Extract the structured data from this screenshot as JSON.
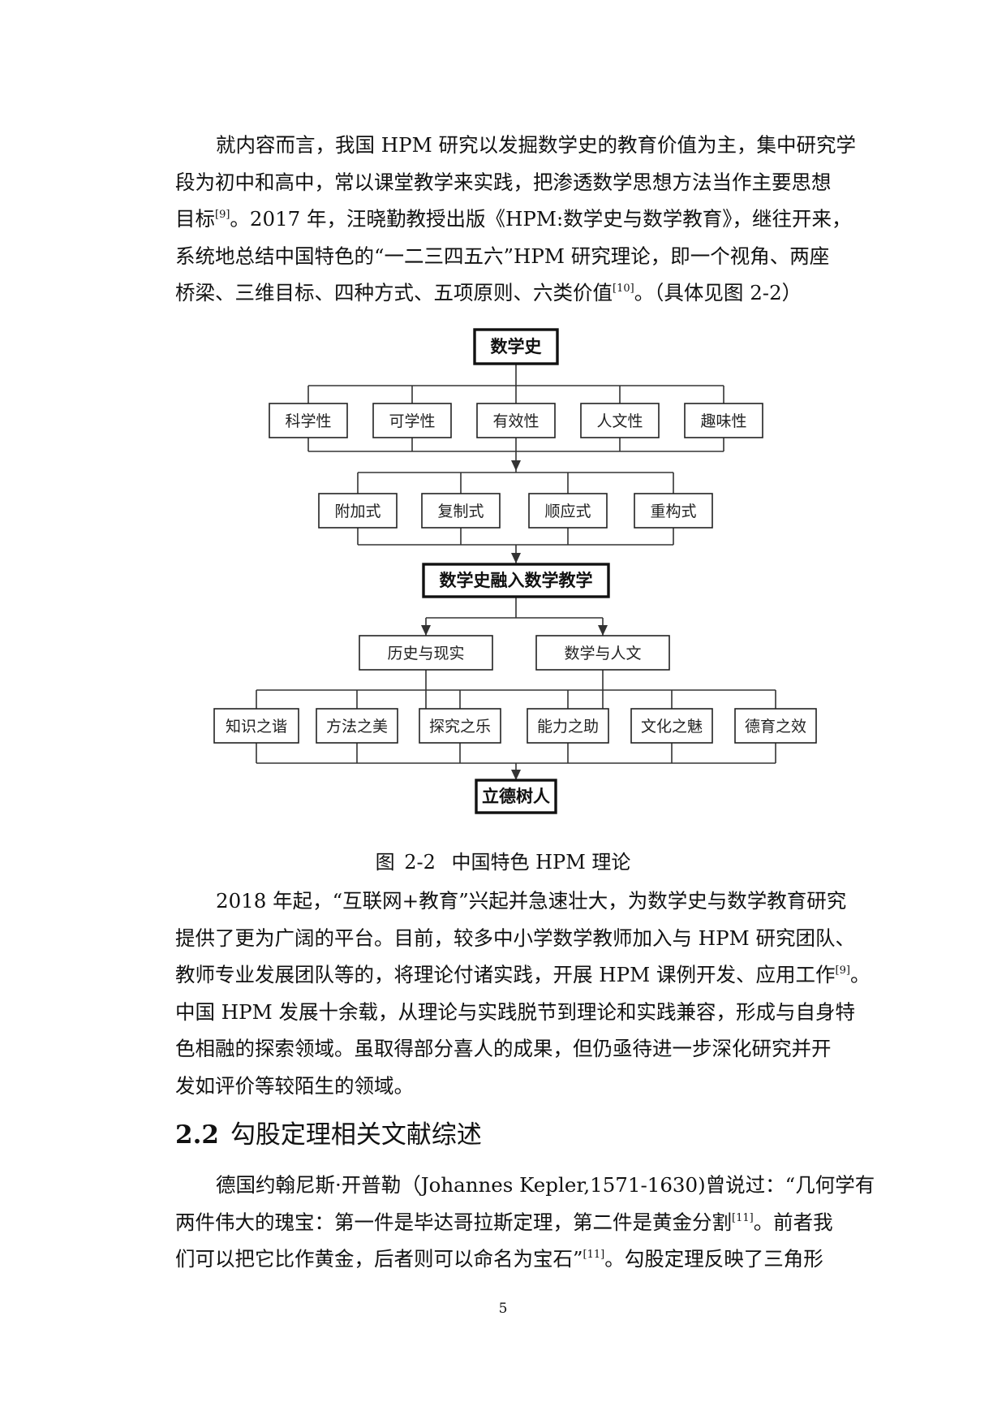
{
  "paragraph1": {
    "line1": "就内容而言，我国 HPM 研究以发掘数学史的教育价值为主，集中研究学",
    "line2": "段为初中和高中，常以课堂教学来实践，把渗透数学思想方法当作主要思想",
    "line3_a": "目标",
    "line3_ref": "[9]",
    "line3_b": "。2017 年，汪晓勤教授出版《HPM:数学史与数学教育》，继往开来，",
    "line4": "系统地总结中国特色的“一二三四五六”HPM 研究理论，即一个视角、两座",
    "line5_a": "桥梁、三维目标、四种方式、五项原则、六类价值",
    "line5_ref": "[10]",
    "line5_b": "。（具体见图 2-2）"
  },
  "diagram": {
    "top": "数学史",
    "values": [
      "科学性",
      "可学性",
      "有效性",
      "人文性",
      "趣味性"
    ],
    "methods": [
      "附加式",
      "复制式",
      "顺应式",
      "重构式"
    ],
    "integration": "数学史融入数学教学",
    "bridges": [
      "历史与现实",
      "数学与人文"
    ],
    "effects": [
      "知识之谐",
      "方法之美",
      "探究之乐",
      "能力之助",
      "文化之魅",
      "德育之效"
    ],
    "bottom": "立德树人"
  },
  "caption": {
    "label": "图",
    "number": "2-2",
    "text": "中国特色 HPM 理论"
  },
  "paragraph2": {
    "line1": "2018 年起，“互联网+教育”兴起并急速壮大，为数学史与数学教育研究",
    "line2": "提供了更为广阔的平台。目前，较多中小学数学教师加入与 HPM 研究团队、",
    "line3_a": "教师专业发展团队等的，将理论付诸实践，开展 HPM 课例开发、应用工作",
    "line3_ref": "[9]",
    "line3_b": "。",
    "line4": "中国 HPM 发展十余载，从理论与实践脱节到理论和实践兼容，形成与自身特",
    "line5": "色相融的探索领域。虽取得部分喜人的成果，但仍亟待进一步深化研究并开",
    "line6": "发如评价等较陌生的领域。"
  },
  "section": {
    "number": "2.2",
    "title": "勾股定理相关文献综述"
  },
  "paragraph3": {
    "line1": "德国约翰尼斯·开普勒（Johannes Kepler,1571-1630)曾说过：“几何学有",
    "line2_a": "两件伟大的瑰宝：第一件是毕达哥拉斯定理，第二件是黄金分割",
    "line2_ref": "[11]",
    "line2_b": "。前者我",
    "line3_a": "们可以把它比作黄金，后者则可以命名为宝石”",
    "line3_ref": "[11]",
    "line3_b": "。勾股定理反映了三角形"
  },
  "page_number": "5"
}
